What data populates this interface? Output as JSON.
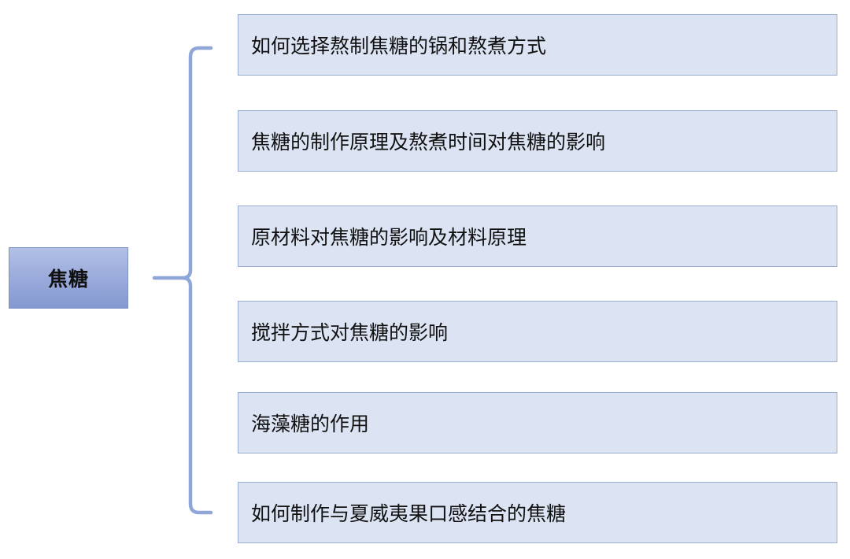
{
  "root": {
    "label": "焦糖"
  },
  "topics": [
    {
      "label": "如何选择熬制焦糖的锅和熬煮方式"
    },
    {
      "label": "焦糖的制作原理及熬煮时间对焦糖的影响"
    },
    {
      "label": "原材料对焦糖的影响及材料原理"
    },
    {
      "label": "搅拌方式对焦糖的影响"
    },
    {
      "label": "海藻糖的作用"
    },
    {
      "label": "如何制作与夏威夷果口感结合的焦糖"
    }
  ],
  "colors": {
    "root_fill": "#98a9da",
    "topic_fill": "#dce3f3",
    "topic_border": "#9aaed0",
    "connector": "#8fa6d8"
  }
}
